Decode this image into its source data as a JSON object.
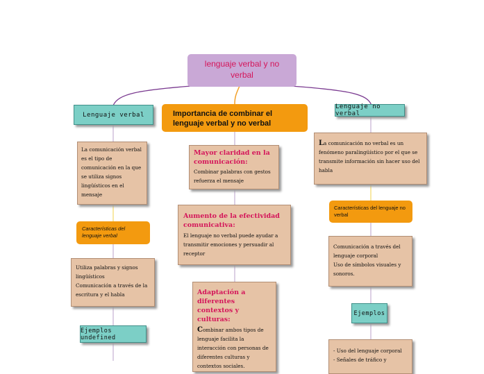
{
  "root": {
    "title": "lenguaje verbal y no verbal"
  },
  "left": {
    "title": "Lenguaje verbal",
    "definition": [
      "La comunicación verbal",
      "es el tipo de",
      "comunicación en la que",
      "se utiliza signos",
      "lingüísticos en el",
      "mensaje"
    ],
    "characteristics_title": "Características del lenguaje verbal",
    "characteristics": [
      "Utiliza palabras y signos",
      "lingüísticos",
      "Comunicación a través de la",
      "escritura y el habla"
    ],
    "examples_title": "Ejemplos undefined"
  },
  "center": {
    "title": "Importancia de combinar el lenguaje verbal y no verbal",
    "box1": {
      "title": "Mayor claridad en la comunicación:",
      "lines": [
        "Combinar palabras con gestos",
        "refuerza el mensaje"
      ]
    },
    "box2": {
      "title": "Aumento de la efectividad comunicativa:",
      "lines": [
        " El lenguaje no verbal puede ayudar a",
        "transmitir emociones y persuadir al",
        "receptor"
      ]
    },
    "box3": {
      "title": "Adaptación a diferentes contextos y culturas:",
      "first_letter": "C",
      "lines": [
        "ombinar ambos tipos de",
        "lenguaje facilita la",
        "interacción con personas de",
        "diferentes culturas y",
        "contextos sociales."
      ]
    }
  },
  "right": {
    "title": "Lenguaje no verbal",
    "first_letter": "L",
    "definition": [
      "a comunicación no verbal es un",
      "fenómeno paralingüístico por el que se",
      "transmite información sin hacer uso del",
      "habla"
    ],
    "characteristics_title": "Características del lenguaje no verbal",
    "characteristics": [
      "Comunicación a través del",
      "lenguaje corporal",
      "Uso de símbolos visuales y",
      "sonoros."
    ],
    "examples_title": "Ejemplos",
    "examples": [
      "- Uso del lenguaje corporal",
      "- Señales de tráfico y"
    ]
  },
  "colors": {
    "root_bg": "#c9a8d6",
    "teal": "#7ccfc6",
    "orange": "#f39a0f",
    "beige": "#e6c3a6",
    "accent_text": "#d4155a",
    "link_purple": "#7a3a90",
    "link_yellow": "#f2d24a"
  }
}
